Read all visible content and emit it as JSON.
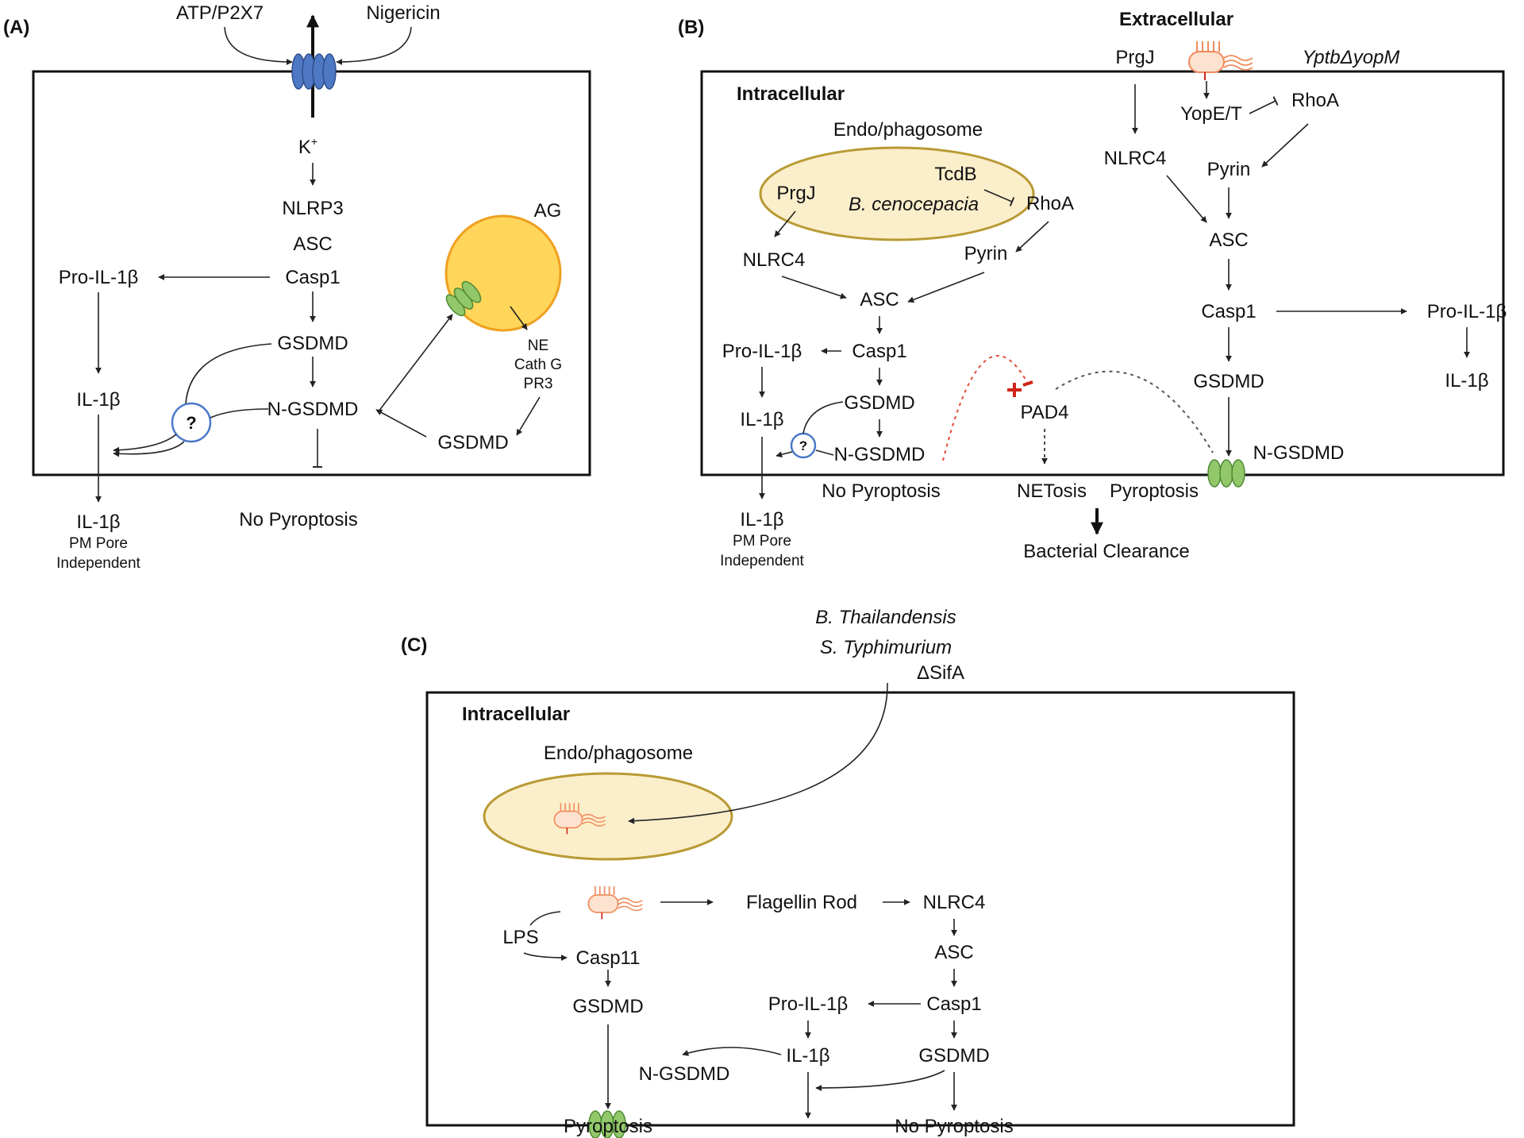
{
  "panel_a": {
    "tag": "(A)",
    "atp": "ATP/P2X7",
    "nigericin": "Nigericin",
    "k_ion": "K",
    "k_sup": "+",
    "nlrp3": "NLRP3",
    "asc": "ASC",
    "casp1": "Casp1",
    "pro_il1b": "Pro-IL-1β",
    "il1b": "IL-1β",
    "gsdmd": "GSDMD",
    "n_gsdmd": "N-GSDMD",
    "unknown": "?",
    "ag": "AG",
    "ne": "NE",
    "cath_g": "Cath G",
    "pr3": "PR3",
    "gsdmd_2": "GSDMD",
    "il1b_out": "IL-1β",
    "pm_pore": "PM Pore",
    "independent": "Independent",
    "no_pyroptosis": "No Pyroptosis"
  },
  "panel_b": {
    "tag": "(B)",
    "extracellular": "Extracellular",
    "intracellular": "Intracellular",
    "prgj_ext": "PrgJ",
    "yptb": "YptbΔyopM",
    "yope": "YopE/T",
    "rhoa_ext": "RhoA",
    "nlrc4_ext": "NLRC4",
    "pyrin_ext": "Pyrin",
    "asc_ext": "ASC",
    "casp1_ext": "Casp1",
    "gsdmd_ext": "GSDMD",
    "n_gsdmd_ext": "N-GSDMD",
    "pro_il1b_ext": "Pro-IL-1β",
    "il1b_ext": "IL-1β",
    "endo": "Endo/phagosome",
    "prgj_int": "PrgJ",
    "tcdb": "TcdB",
    "bceno": "B. cenocepacia",
    "rhoa_int": "RhoA",
    "nlrc4_int": "NLRC4",
    "pyrin_int": "Pyrin",
    "asc_int": "ASC",
    "pro_il1b_int": "Pro-IL-1β",
    "casp1_int": "Casp1",
    "il1b_int": "IL-1β",
    "gsdmd_int": "GSDMD",
    "n_gsdmd_int": "N-GSDMD",
    "unknown": "?",
    "pad4": "PAD4",
    "il1b_out": "IL-1β",
    "pm_pore": "PM Pore",
    "independent": "Independent",
    "no_pyroptosis": "No Pyroptosis",
    "netosis": "NETosis",
    "pyroptosis": "Pyroptosis",
    "clearance": "Bacterial Clearance"
  },
  "panel_c": {
    "tag": "(C)",
    "bthai": "B. Thailandensis",
    "styph": "S. Typhimurium",
    "sifa": "ΔSifA",
    "intracellular": "Intracellular",
    "endo": "Endo/phagosome",
    "lps": "LPS",
    "flagellin": "Flagellin Rod",
    "nlrc4": "NLRC4",
    "casp11": "Casp11",
    "asc": "ASC",
    "gsdmd_l": "GSDMD",
    "pro_il1b": "Pro-IL-1β",
    "casp1": "Casp1",
    "n_gsdmd": "N-GSDMD",
    "il1b": "IL-1β",
    "gsdmd_r": "GSDMD",
    "pyroptosis": "Pyroptosis",
    "no_pyroptosis": "No Pyroptosis"
  },
  "colors": {
    "channel_blue": "#4f78c4",
    "pore_green": "#92c76a",
    "granule_yellow": "#ffd65a",
    "granule_orange": "#f0a020",
    "phagosome_fill": "#fbeecb",
    "phagosome_edge": "#b89a33",
    "bacterium": "#f08a5a",
    "pad4_dash": "#e24b3a",
    "pad4_block": "#d0241a",
    "question_ring": "#4a78c8"
  }
}
